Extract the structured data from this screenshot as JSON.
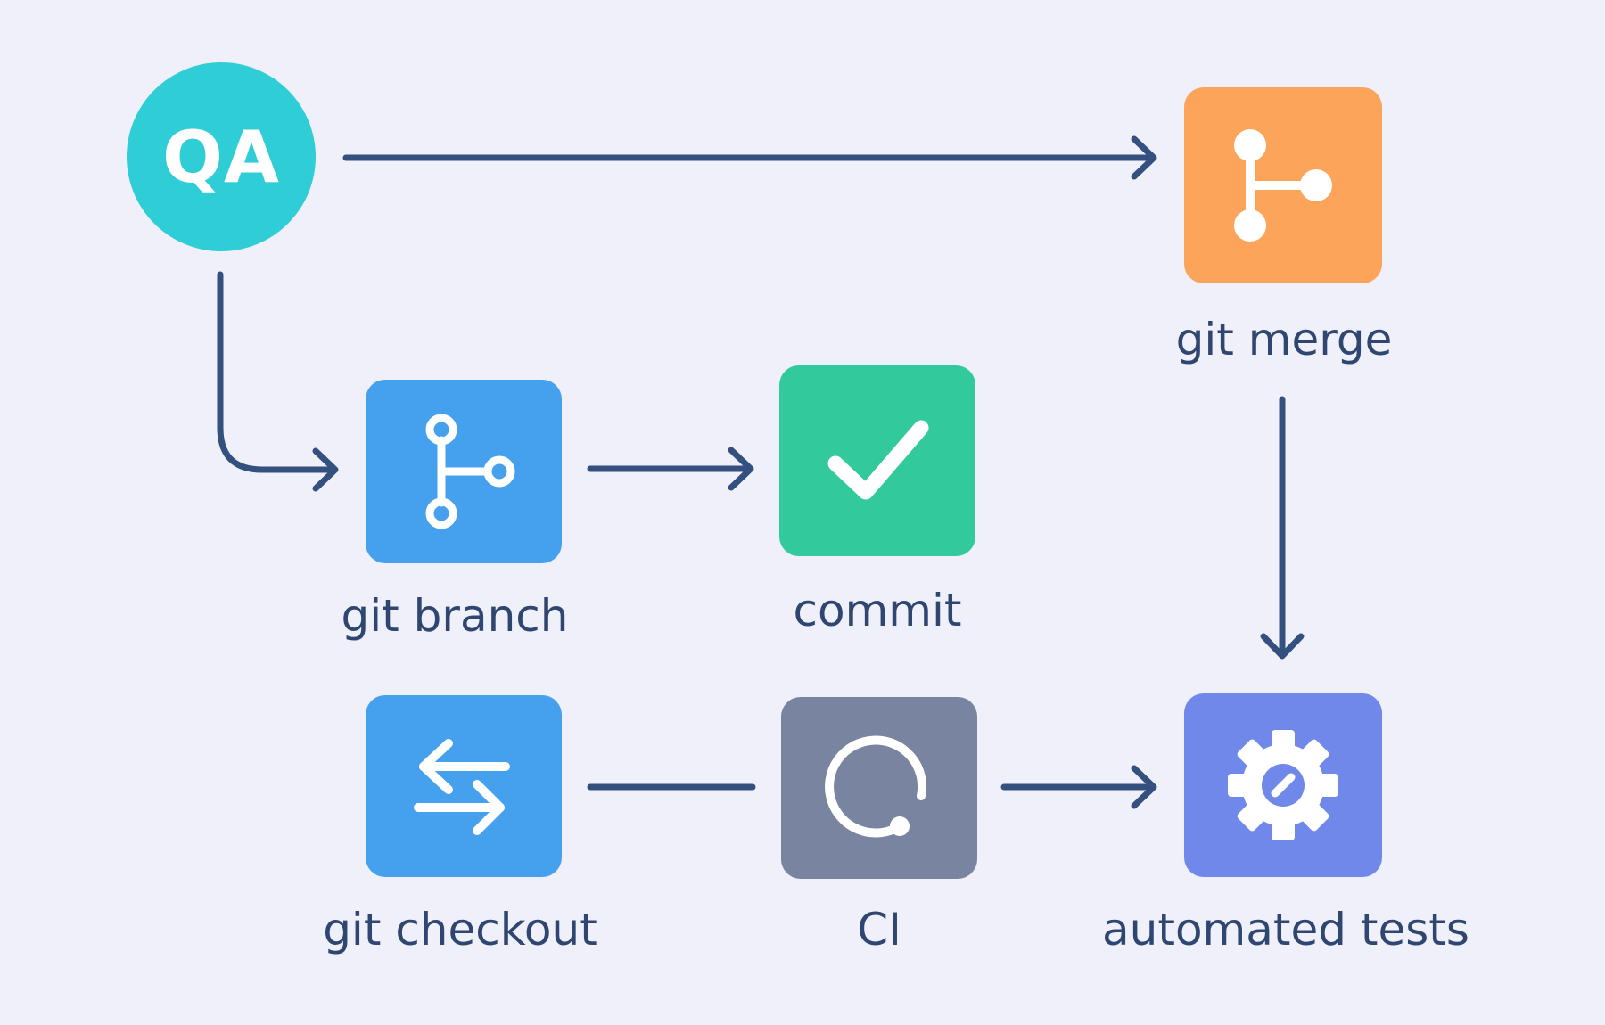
{
  "colors": {
    "background": "#f0f0fa",
    "edge": "#34507f",
    "label_text": "#2f4670",
    "qa": "#2fcdd6",
    "git_merge": "#fba45a",
    "git_branch": "#45a0ee",
    "commit": "#32c99c",
    "git_checkout": "#45a0ee",
    "ci": "#7985a0",
    "automated_tests": "#6f88ea"
  },
  "nodes": {
    "qa": {
      "text": "QA"
    },
    "git_merge": {
      "label": "git merge",
      "icon": "git-merge-icon"
    },
    "git_branch": {
      "label": "git branch",
      "icon": "git-branch-icon"
    },
    "commit": {
      "label": "commit",
      "icon": "checkmark-icon"
    },
    "git_checkout": {
      "label": "git checkout",
      "icon": "swap-arrows-icon"
    },
    "ci": {
      "label": "CI",
      "icon": "ci-circle-icon"
    },
    "automated_tests": {
      "label": "automated tests",
      "icon": "gear-icon"
    }
  },
  "edges": [
    {
      "from": "QA",
      "to": "git merge",
      "arrow": true
    },
    {
      "from": "QA",
      "to": "git branch",
      "arrow": true
    },
    {
      "from": "git branch",
      "to": "commit",
      "arrow": true
    },
    {
      "from": "git merge",
      "to": "automated tests",
      "arrow": true
    },
    {
      "from": "git checkout",
      "to": "CI",
      "arrow": false
    },
    {
      "from": "CI",
      "to": "automated tests",
      "arrow": true
    }
  ]
}
